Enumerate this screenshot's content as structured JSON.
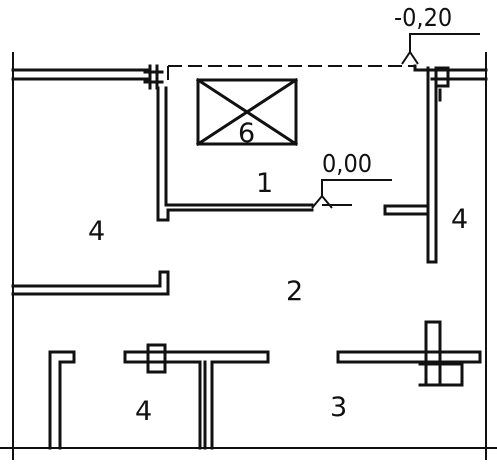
{
  "rooms": [
    {
      "id": "room-1",
      "label": "1"
    },
    {
      "id": "room-2",
      "label": "2"
    },
    {
      "id": "room-3",
      "label": "3"
    },
    {
      "id": "room-4-left",
      "label": "4"
    },
    {
      "id": "room-4-right",
      "label": "4"
    },
    {
      "id": "room-4-bottom",
      "label": "4"
    }
  ],
  "equipment": {
    "label": "6"
  },
  "levels": {
    "floor": "0,00",
    "pit": "-0,20"
  }
}
